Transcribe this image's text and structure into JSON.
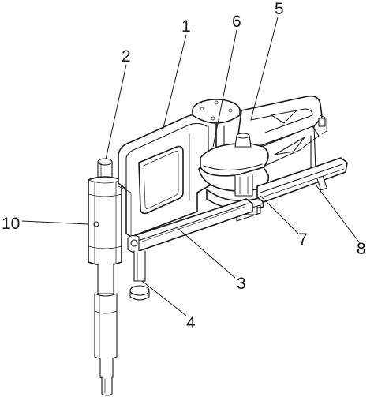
{
  "figure": {
    "labels": [
      {
        "id": "1",
        "text": "1"
      },
      {
        "id": "2",
        "text": "2"
      },
      {
        "id": "3",
        "text": "3"
      },
      {
        "id": "4",
        "text": "4"
      },
      {
        "id": "5",
        "text": "5"
      },
      {
        "id": "6",
        "text": "6"
      },
      {
        "id": "7",
        "text": "7"
      },
      {
        "id": "8",
        "text": "8"
      },
      {
        "id": "10",
        "text": "10"
      }
    ]
  },
  "colors": {
    "ink": "#1a1a1a",
    "paper": "#ffffff"
  }
}
